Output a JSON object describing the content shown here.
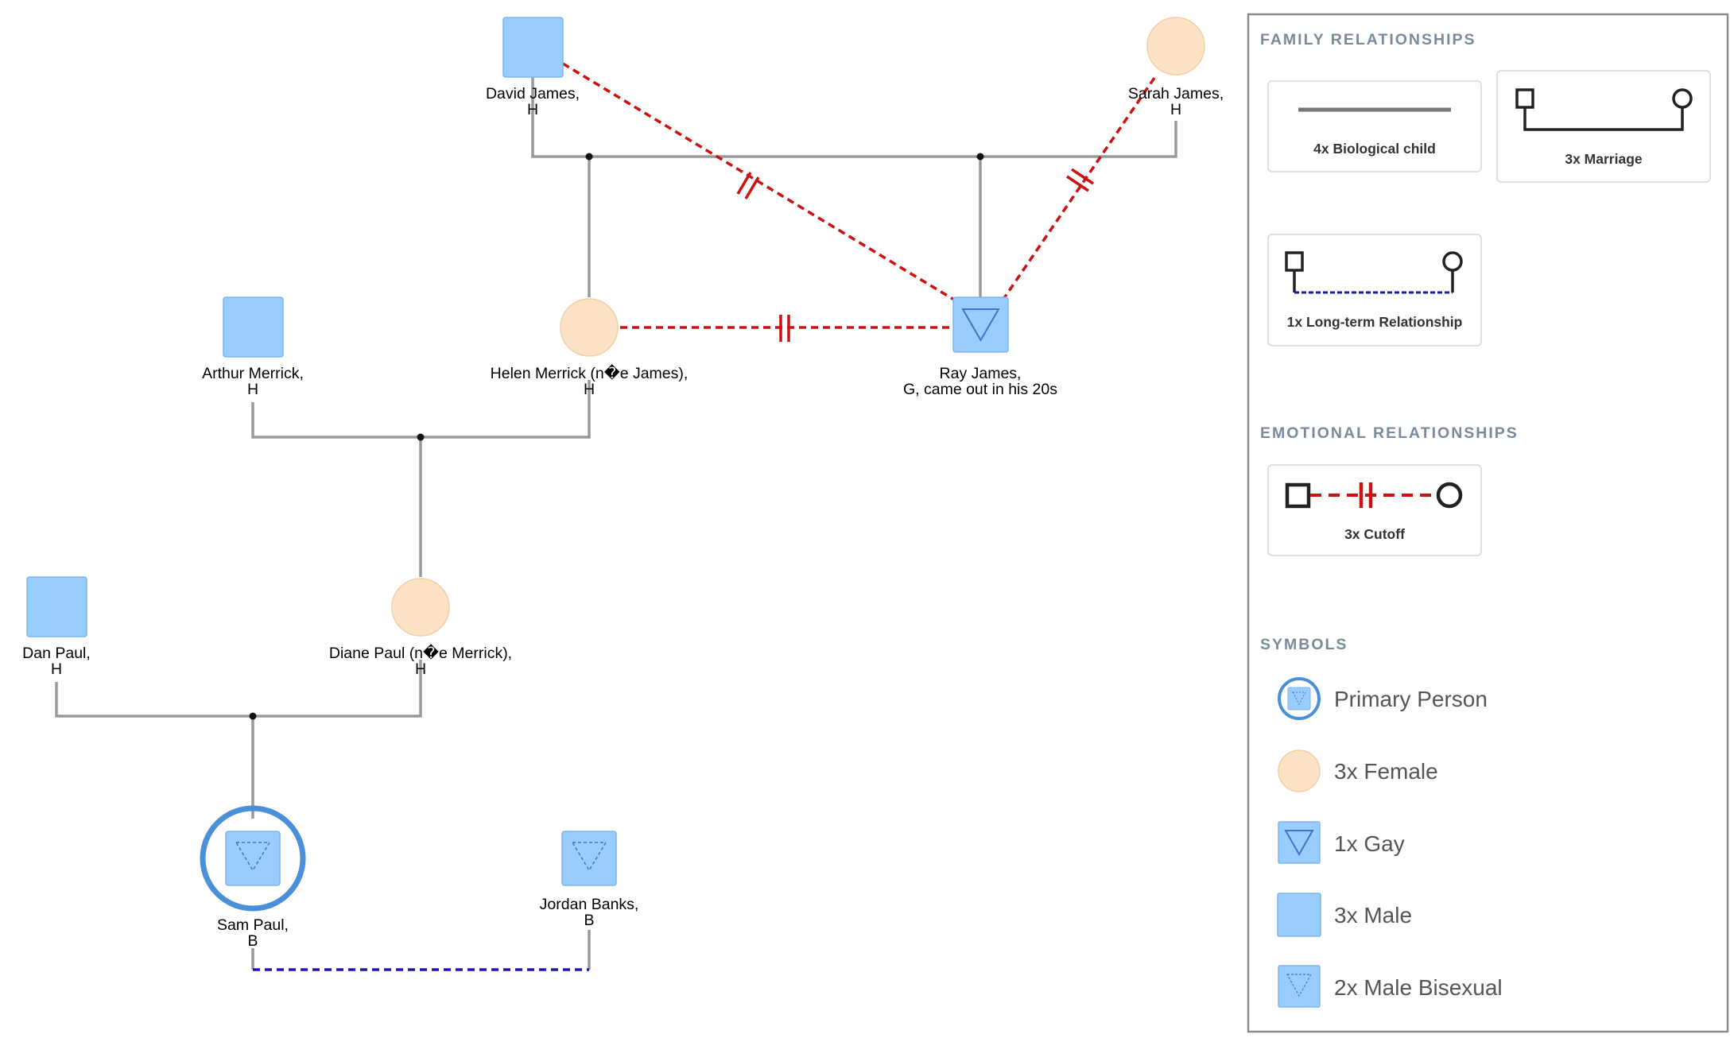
{
  "people": {
    "david": {
      "name": "David James,",
      "sub": "H"
    },
    "sarah": {
      "name": "Sarah James,",
      "sub": "H"
    },
    "arthur": {
      "name": "Arthur Merrick,",
      "sub": "H"
    },
    "helen": {
      "name": "Helen Merrick (n�e James),",
      "sub": "H"
    },
    "ray": {
      "name": "Ray James,",
      "sub": "G, came out in his 20s"
    },
    "dan": {
      "name": "Dan Paul,",
      "sub": "H"
    },
    "diane": {
      "name": "Diane Paul (n�e Merrick),",
      "sub": "H"
    },
    "sam": {
      "name": "Sam Paul,",
      "sub": "B"
    },
    "jordan": {
      "name": "Jordan Banks,",
      "sub": "B"
    }
  },
  "legend": {
    "family_heading": "FAMILY RELATIONSHIPS",
    "biological_child": "4x Biological child",
    "marriage": "3x Marriage",
    "long_term": "1x Long-term Relationship",
    "emotional_heading": "EMOTIONAL RELATIONSHIPS",
    "cutoff": "3x Cutoff",
    "symbols_heading": "SYMBOLS",
    "primary_person": "Primary Person",
    "female": "3x Female",
    "gay": "1x Gay",
    "male": "3x Male",
    "male_bisexual": "2x Male Bisexual"
  },
  "colors": {
    "male_fill": "#99ccff",
    "female_fill": "#fde3c6",
    "family_line": "#999999",
    "cutoff_line": "#cc1111",
    "long_term_line": "#1a1aa8",
    "primary_ring": "#4a90d9"
  }
}
